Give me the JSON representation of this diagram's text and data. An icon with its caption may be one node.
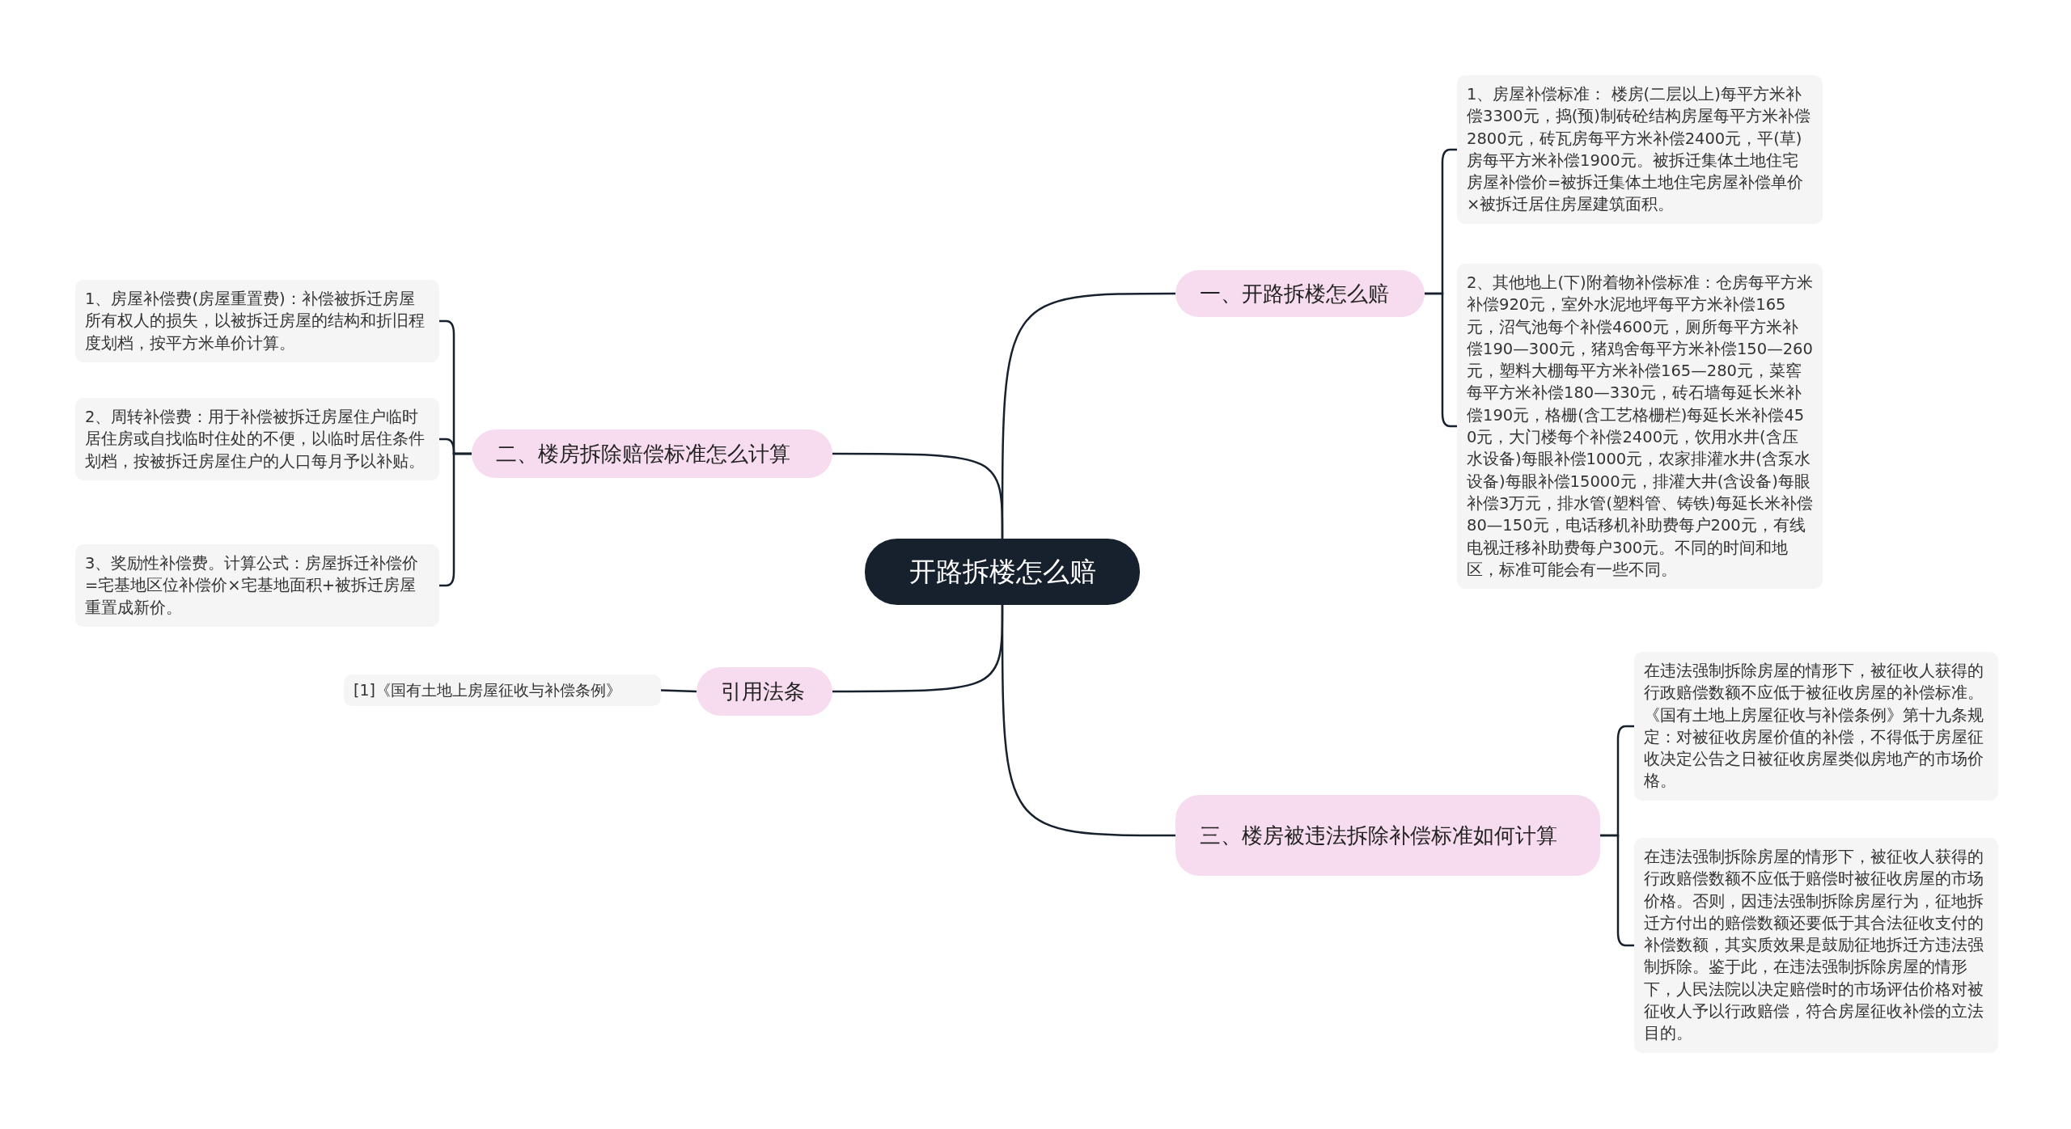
{
  "diagram": {
    "nodes": [
      {
        "text": [
          "开路拆楼怎么赔"
        ]
      },
      {
        "text": [
          "一、开路拆楼怎么赔"
        ]
      },
      {
        "text": [
          "1、房屋补偿标准： 楼房(二层以上)每平方米补偿3300元，捣(预)制砖砼结构房屋每平方米补偿2800元，砖瓦房每平方米补偿2400元，平(草)房每平方米补偿1900元。被拆迁集体土地住宅房屋补偿价=被拆迁集体土地住宅房屋补偿单价×被拆迁居住房屋建筑面积。"
        ]
      },
      {
        "text": [
          "2、其他地上(下)附着物补偿标准：仓房每平方米补偿920元，室外水泥地坪每平方米补偿165元，沼气池每个补偿4600元，厕所每平方米补偿190—300元，猪鸡舍每平方米补偿150—260元，塑料大棚每平方米补偿165—280元，菜窖每平方米补偿180—330元，砖石墙每延长米补偿190元，格栅(含工艺格栅栏)每延长米补偿450元，大门楼每个补偿2400元，饮用水井(含压水设备)每眼补偿1000元，农家排灌水井(含泵水设备)每眼补偿15000元，排灌大井(含设备)每眼补偿3万元，排水管(塑料管、铸铁)每延长米补偿80—150元，电话移机补助费每户200元，有线电视迁移补助费每户300元。不同的时间和地区，标准可能会有一些不同。"
        ]
      },
      {
        "text": [
          "二、楼房拆除赔偿标准怎么计算"
        ]
      },
      {
        "text": [
          "1、房屋补偿费(房屋重置费)：补偿被拆迁房屋所有权人的损失，以被拆迁房屋的结构和折旧程度划档，按平方米单价计算。"
        ]
      },
      {
        "text": [
          "2、周转补偿费：用于补偿被拆迁房屋住户临时居住房或自找临时住处的不便，以临时居住条件划档，按被拆迁房屋住户的人口每月予以补贴。"
        ]
      },
      {
        "text": [
          "3、奖励性补偿费。计算公式：房屋拆迁补偿价=宅基地区位补偿价×宅基地面积+被拆迁房屋重置成新价。"
        ]
      },
      {
        "text": [
          "引用法条"
        ]
      },
      {
        "text": [
          "[1]《国有土地上房屋征收与补偿条例》"
        ]
      },
      {
        "text": [
          "三、楼房被违法拆除补偿标准如何计算"
        ]
      },
      {
        "text": [
          "在违法强制拆除房屋的情形下，被征收人获得的行政赔偿数额不应低于被征收房屋的补偿标准。《国有土地上房屋征收与补偿条例》第十九条规定：对被征收房屋价值的补偿，不得低于房屋征收决定公告之日被征收房屋类似房地产的市场价格。"
        ]
      },
      {
        "text": [
          "在违法强制拆除房屋的情形下，被征收人获得的行政赔偿数额不应低于赔偿时被征收房屋的市场价格。否则，因违法强制拆除房屋行为，征地拆迁方付出的赔偿数额还要低于其合法征收支付的补偿数额，其实质效果是鼓励征地拆迁方违法强制拆除。鉴于此，在违法强制拆除房屋的情形下，人民法院以决定赔偿时的市场评估价格对被征收人予以行政赔偿，符合房屋征收补偿的立法目的。"
        ]
      }
    ],
    "edges": [
      {
        "from": 0,
        "to": 1,
        "arrow": "none"
      },
      {
        "from": 1,
        "to": 2,
        "arrow": "none"
      },
      {
        "from": 1,
        "to": 3,
        "arrow": "none"
      },
      {
        "from": 0,
        "to": 4,
        "arrow": "none"
      },
      {
        "from": 4,
        "to": 5,
        "arrow": "none"
      },
      {
        "from": 4,
        "to": 6,
        "arrow": "none"
      },
      {
        "from": 4,
        "to": 7,
        "arrow": "none"
      },
      {
        "from": 0,
        "to": 8,
        "arrow": "none"
      },
      {
        "from": 8,
        "to": 9,
        "arrow": "none"
      },
      {
        "from": 0,
        "to": 10,
        "arrow": "none"
      },
      {
        "from": 10,
        "to": 11,
        "arrow": "none"
      },
      {
        "from": 10,
        "to": 12,
        "arrow": "none"
      }
    ]
  }
}
